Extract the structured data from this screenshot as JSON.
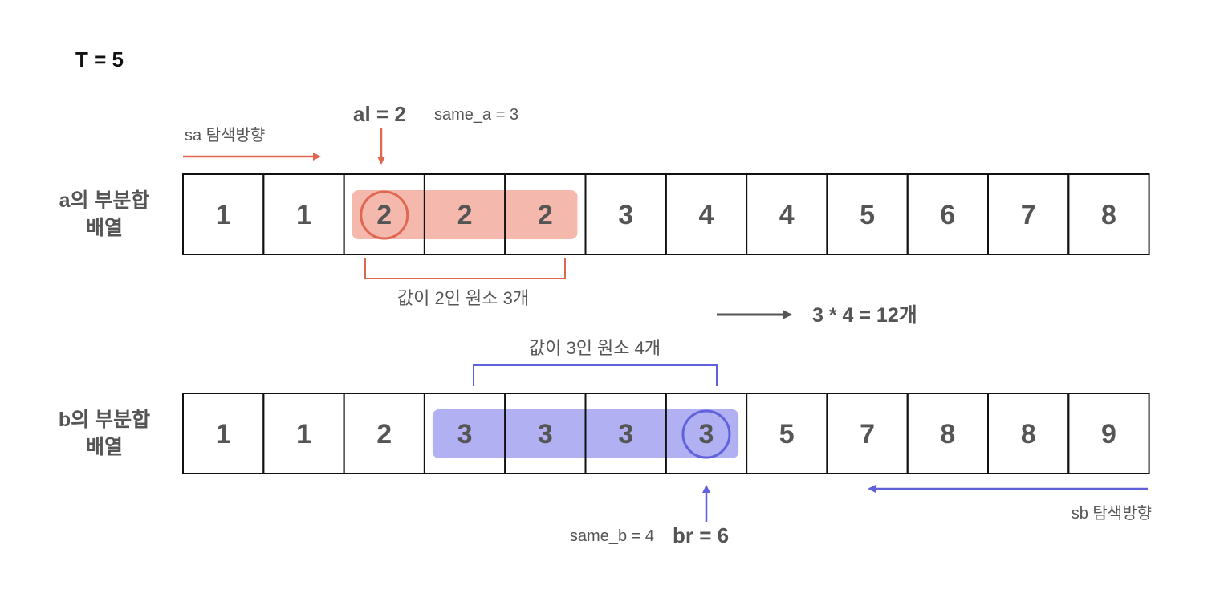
{
  "t_label": "T = 5",
  "colors": {
    "a_accent": "#e0674f",
    "a_highlight": "#f5b8ad",
    "b_accent": "#6161db",
    "b_highlight": "#b0b0f3",
    "text_dark": "#555555",
    "text_black": "#111111",
    "result_arrow": "#555555"
  },
  "array_a": {
    "label_line1": "a의 부분합",
    "label_line2": "배열",
    "cells": [
      "1",
      "1",
      "2",
      "2",
      "2",
      "3",
      "4",
      "4",
      "5",
      "6",
      "7",
      "8"
    ],
    "highlight_start": 2,
    "highlight_end": 4,
    "pointer_index": 2
  },
  "array_b": {
    "label_line1": "b의 부분합",
    "label_line2": "배열",
    "cells": [
      "1",
      "1",
      "2",
      "3",
      "3",
      "3",
      "3",
      "5",
      "7",
      "8",
      "8",
      "9"
    ],
    "highlight_start": 3,
    "highlight_end": 6,
    "pointer_index": 6
  },
  "annotations": {
    "sa_direction": "sa 탐색방향",
    "al_label": "al = 2",
    "same_a": "same_a = 3",
    "a_bracket_text": "값이 2인 원소 3개",
    "b_bracket_text": "값이 3인 원소 4개",
    "result": "3 * 4 = 12개",
    "same_b": "same_b = 4",
    "br_label": "br = 6",
    "sb_direction": "sb 탐색방향"
  }
}
